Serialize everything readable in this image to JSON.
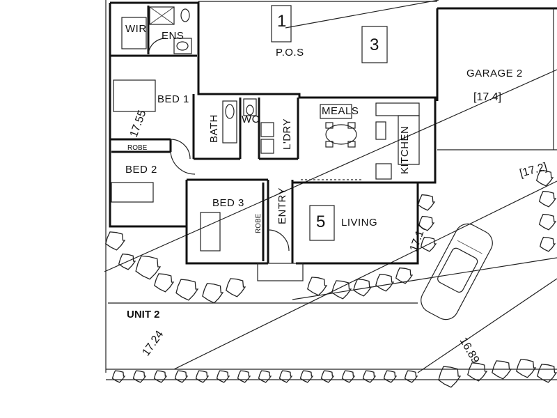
{
  "rooms": {
    "wir": "WIR",
    "ens": "ENS",
    "bed1": "BED 1",
    "bed2": "BED 2",
    "bed3": "BED 3",
    "robe1": "ROBE",
    "robe2": "ROBE",
    "bath": "BATH",
    "wc": "WC",
    "laundry": "L'DRY",
    "meals": "MEALS",
    "kitchen": "KITCHEN",
    "entry": "ENTRY",
    "living": "LIVING",
    "garage": "GARAGE 2",
    "pos": "P.O.S"
  },
  "area_tags": {
    "tag1": "1",
    "tag3": "3",
    "tag5": "5"
  },
  "unit_label": "UNIT 2",
  "levels": {
    "l1": "17.55",
    "l2": "[17.4]",
    "l3": "[17.2]",
    "l4": "17.17",
    "l5": "17.24",
    "l6": "16.89"
  },
  "colors": {
    "line": "#111111",
    "paper": "#ffffff"
  }
}
